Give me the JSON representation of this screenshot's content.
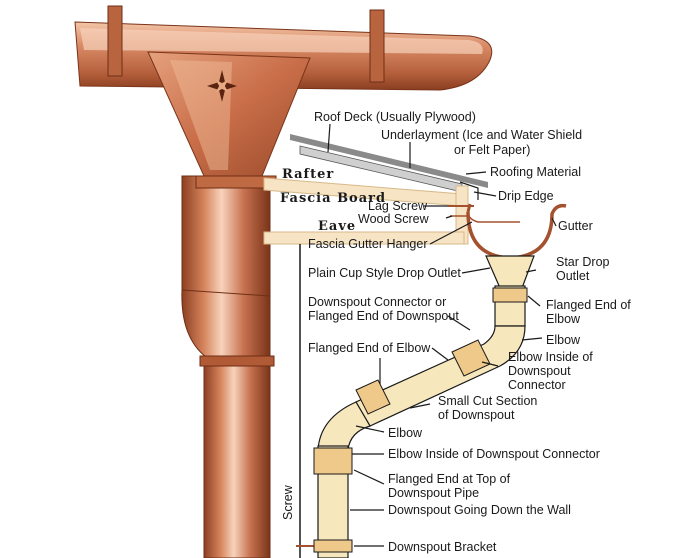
{
  "structure": {
    "rafter": "Rafter",
    "fascia_board": "Fascia Board",
    "eave": "Eave",
    "screw": "Screw"
  },
  "labels": {
    "roof_deck": "Roof Deck (Usually Plywood)",
    "underlayment_1": "Underlayment (Ice and Water Shield",
    "underlayment_2": "or Felt Paper)",
    "roofing_material": "Roofing Material",
    "drip_edge": "Drip Edge",
    "lag_screw": "Lag Screw",
    "wood_screw": "Wood Screw",
    "gutter": "Gutter",
    "fascia_gutter_hanger": "Fascia Gutter Hanger",
    "star_drop_outlet_1": "Star Drop",
    "star_drop_outlet_2": "Outlet",
    "plain_cup_outlet": "Plain Cup Style Drop Outlet",
    "flanged_end_elbow_1": "Flanged End of",
    "flanged_end_elbow_2": "Elbow",
    "downspout_connector_1": "Downspout Connector or",
    "downspout_connector_2": "Flanged End of Downspout",
    "elbow_right": "Elbow",
    "flanged_end_of_elbow": "Flanged End of Elbow",
    "elbow_inside_connector_1": "Elbow Inside of",
    "elbow_inside_connector_2": "Downspout",
    "elbow_inside_connector_3": "Connector",
    "small_cut_section_1": "Small Cut Section",
    "small_cut_section_2": "of Downspout",
    "elbow_lower": "Elbow",
    "elbow_inside_downspout_connector": "Elbow Inside of Downspout Connector",
    "flanged_end_top_1": "Flanged End at Top of",
    "flanged_end_top_2": "Downspout Pipe",
    "downspout_down_wall": "Downspout Going Down the Wall",
    "downspout_bracket": "Downspout Bracket"
  },
  "colors": {
    "copper_dark": "#a4512f",
    "copper_mid": "#d98a66",
    "copper_light": "#f4c9ac",
    "wood": "#f6e4c4",
    "wood_edge": "#d8b98a",
    "pipe_fill": "#f7e7bd",
    "pipe_band": "#efc98a",
    "roof_gray": "#8a8a8a"
  }
}
